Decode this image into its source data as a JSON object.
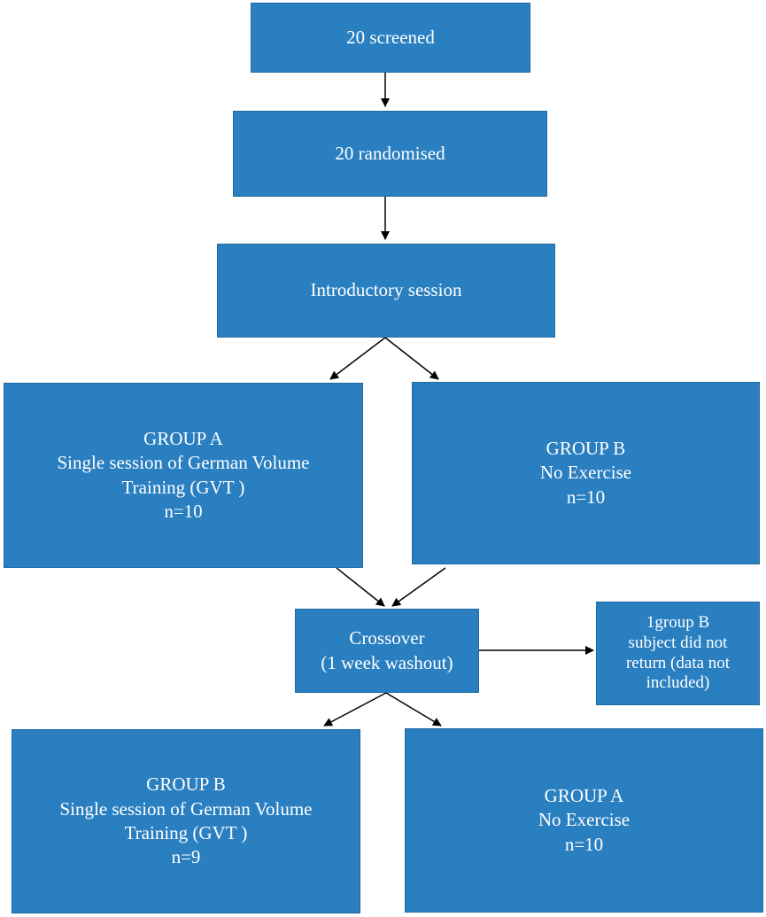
{
  "colors": {
    "box_fill": "#2A7FC1",
    "box_border": "#1F6AA3",
    "text": "#FFFFFF",
    "arrow": "#000000"
  },
  "nodes": {
    "screened": {
      "line1": "20 screened"
    },
    "randomised": {
      "line1": "20 randomised"
    },
    "introductory": {
      "line1": "Introductory session"
    },
    "group_a_first": {
      "title": "GROUP A",
      "line1": "Single session of German Volume",
      "line2": "Training (GVT )",
      "count": "n=10"
    },
    "group_b_first": {
      "title": "GROUP B",
      "line1": "No Exercise",
      "count": "n=10"
    },
    "crossover": {
      "line1": "Crossover",
      "line2": "(1 week washout)"
    },
    "dropout": {
      "line1": "1group B",
      "line2": "subject did not",
      "line3": "return (data not",
      "line4": "included)"
    },
    "group_b_second": {
      "title": "GROUP B",
      "line1": "Single session of German Volume",
      "line2": "Training (GVT )",
      "count": "n=9"
    },
    "group_a_second": {
      "title": "GROUP A",
      "line1": "No Exercise",
      "count": "n=10"
    }
  },
  "edges": [
    {
      "from": "screened",
      "to": "randomised"
    },
    {
      "from": "randomised",
      "to": "introductory"
    },
    {
      "from": "introductory",
      "to": "group_a_first"
    },
    {
      "from": "introductory",
      "to": "group_b_first"
    },
    {
      "from": "group_a_first",
      "to": "crossover"
    },
    {
      "from": "group_b_first",
      "to": "crossover"
    },
    {
      "from": "crossover",
      "to": "dropout"
    },
    {
      "from": "crossover",
      "to": "group_b_second"
    },
    {
      "from": "crossover",
      "to": "group_a_second"
    }
  ]
}
